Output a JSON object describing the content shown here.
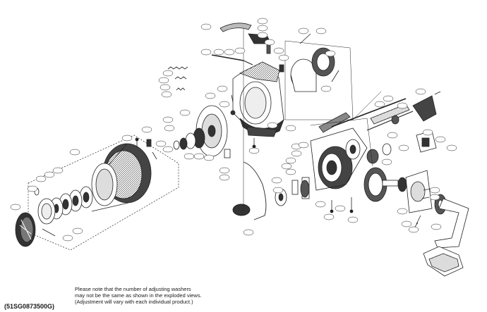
{
  "diagram": {
    "part_code": "(51SG0873500G)",
    "note_lines": [
      "Please note that the number of adjusting washers",
      "may not be the same as shown in the exploded views.",
      "(Adjustment will vary with each individual product.)"
    ]
  }
}
